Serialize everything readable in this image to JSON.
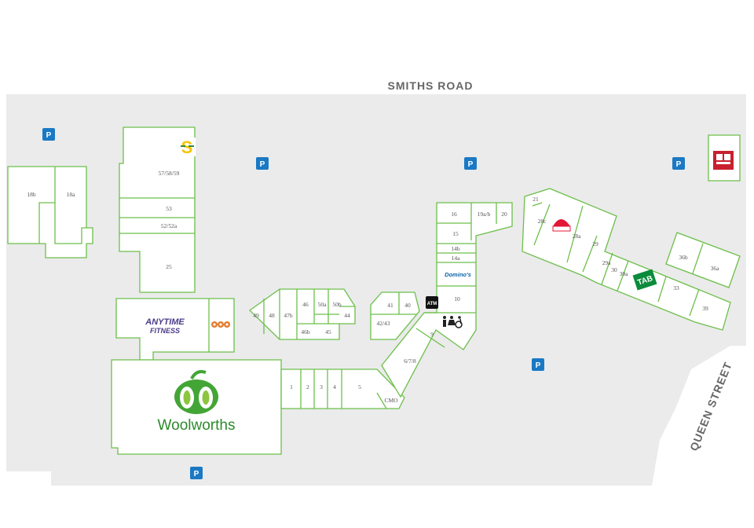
{
  "streets": {
    "north": "SMITHS ROAD",
    "east": "QUEEN STREET"
  },
  "parking_label": "P",
  "colors": {
    "outline": "#6cbf4a",
    "lot": "#ebebeb",
    "parking": "#1a79c4",
    "woolworths": "#43a535",
    "text": "#555555"
  },
  "tenants": {
    "woolworths": "Woolworths",
    "anytime_fitness_1": "ANYTIME",
    "anytime_fitness_2": "FITNESS",
    "dominos": "Domino's",
    "tab": "TAB",
    "atm": "ATM",
    "amenities_icon": "toilets-accessible-icon",
    "subway_icon": "subway-icon",
    "pizza_hut_icon": "pizza-hut-icon",
    "chemist_icon": "red-sign-icon"
  },
  "units": {
    "u18b": "18b",
    "u18a": "18a",
    "u57": "57/58/59",
    "u53": "53",
    "u52": "52/52a",
    "u25": "25",
    "u49": "49",
    "u48": "48",
    "u47b": "47b",
    "u46": "46",
    "u50a": "50a",
    "u50b": "50b",
    "u44": "44",
    "u46b": "46b",
    "u45": "45",
    "u41": "41",
    "u40": "40",
    "u4243": "42/43",
    "u16": "16",
    "u19a": "19a/b",
    "u20": "20",
    "u15": "15",
    "u14b": "14b",
    "u14a": "14a",
    "u10": "10",
    "u9": "9",
    "u678": "6/7/8",
    "u1": "1",
    "u2": "2",
    "u3": "3",
    "u4": "4",
    "u5": "5",
    "ucmo": "CMO",
    "u21": "21",
    "u28c": "28c",
    "u28a": "28a",
    "u29": "29",
    "u29a": "29a",
    "u30": "30",
    "u30a": "30a",
    "u33": "33",
    "u36b": "36b",
    "u36a": "36a",
    "u39": "39"
  }
}
